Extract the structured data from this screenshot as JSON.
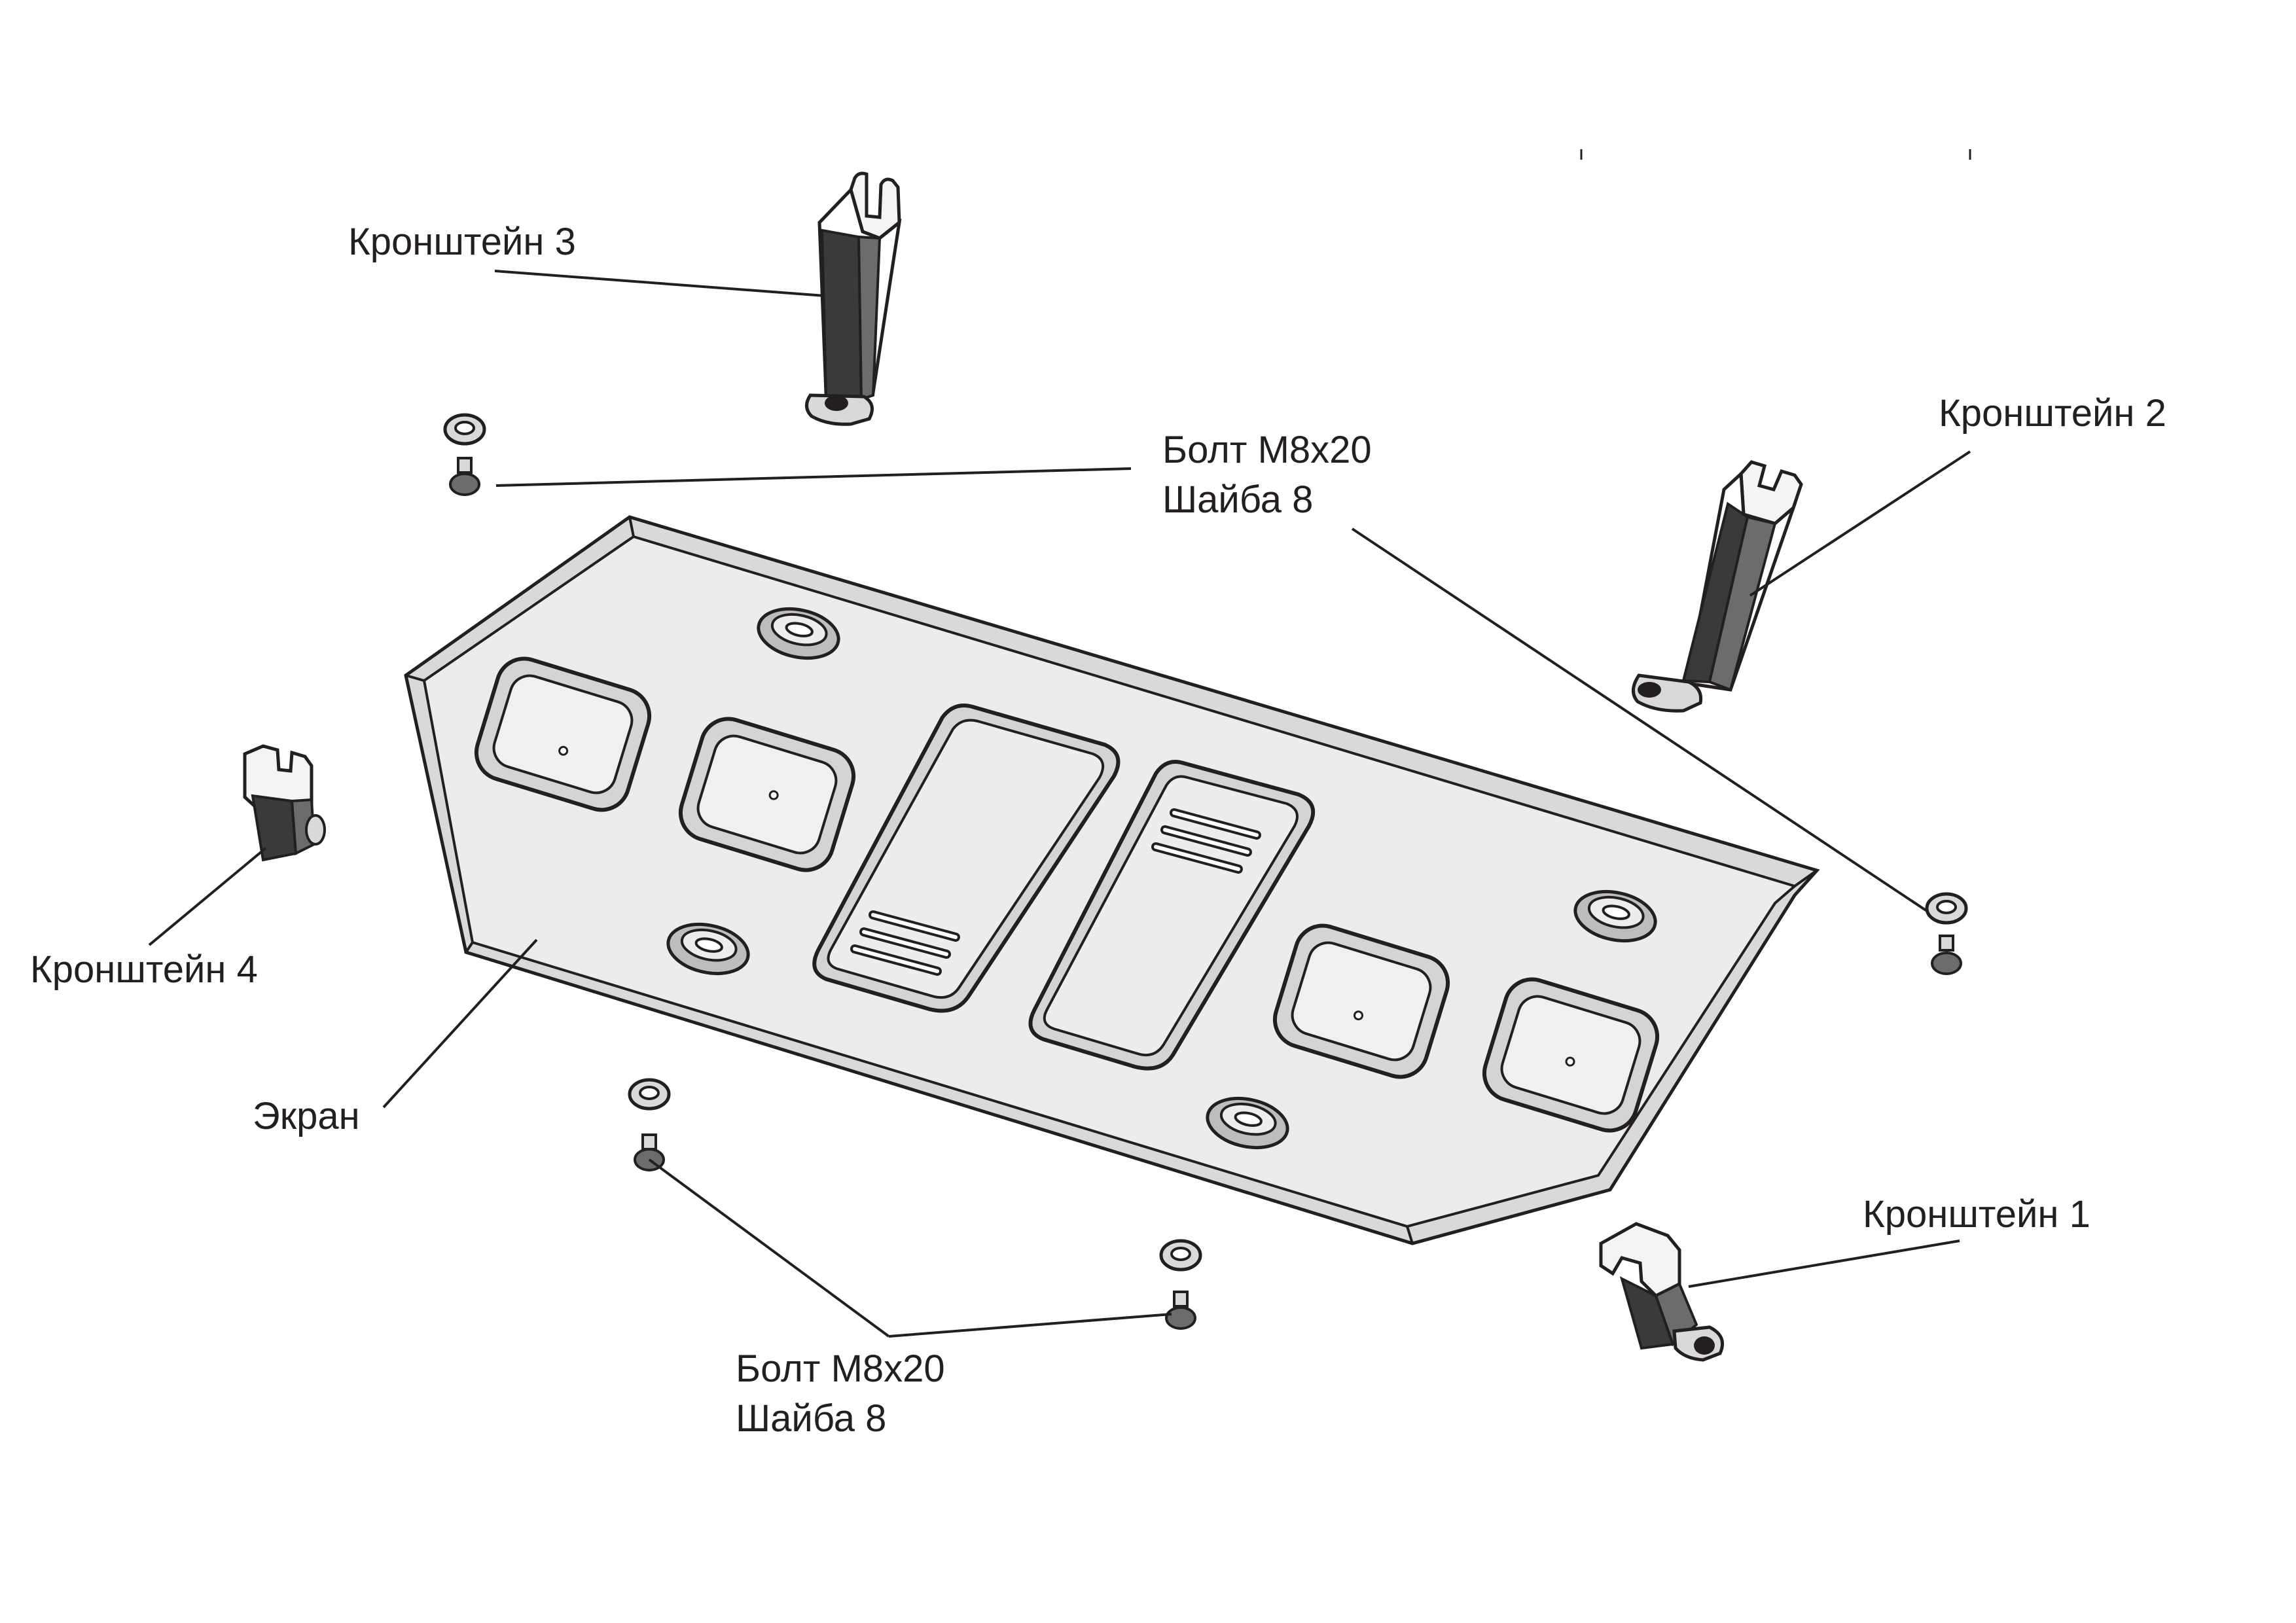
{
  "labels": {
    "bracket_3": "Кронштейн 3",
    "bracket_2": "Кронштейн 2",
    "bracket_4": "Кронштейн 4",
    "bracket_1": "Кронштейн 1",
    "screen": "Экран",
    "fastener_top": {
      "bolt": "Болт М8х20",
      "washer": "Шайба 8"
    },
    "fastener_bottom": {
      "bolt": "Болт М8х20",
      "washer": "Шайба 8"
    }
  },
  "colors": {
    "line": "#231f20",
    "plate_fill": "#ececec",
    "bracket_fill": "#3a3a3a"
  }
}
